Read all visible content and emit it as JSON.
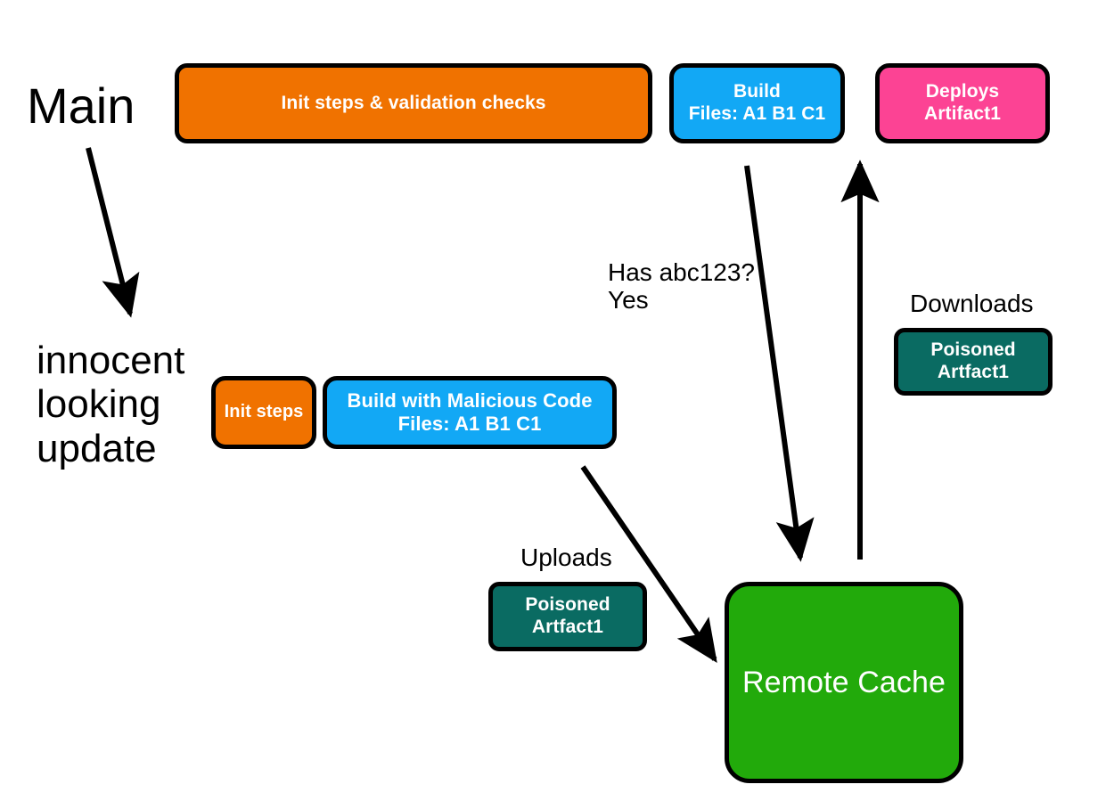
{
  "diagram": {
    "title_branches": {
      "main": "Main",
      "feature": "innocent\nlooking\nupdate"
    },
    "nodes": [
      {
        "id": "init-validate",
        "label": "Init steps & validation checks",
        "color": "#F07200",
        "row": "main"
      },
      {
        "id": "build-main",
        "label": "Build\nFiles: A1  B1  C1",
        "color": "#12A8F5",
        "row": "main"
      },
      {
        "id": "deploys",
        "label": "Deploys\nArtifact1",
        "color": "#FC4394",
        "row": "main"
      },
      {
        "id": "init-steps-2",
        "label": "Init steps",
        "color": "#F07200",
        "row": "feature"
      },
      {
        "id": "build-malicious",
        "label": "Build with Malicious Code\nFiles: A1  B1  C1",
        "color": "#12A8F5",
        "row": "feature"
      },
      {
        "id": "artifact-download",
        "label": "Poisoned\nArtfact1",
        "color": "#0A6B62",
        "row": "cache"
      },
      {
        "id": "artifact-upload",
        "label": "Poisoned\nArtfact1",
        "color": "#0A6B62",
        "row": "cache"
      },
      {
        "id": "remote-cache",
        "label": "Remote Cache",
        "color": "#22AA0B",
        "row": "cache"
      }
    ],
    "edge_labels": {
      "cache_lookup": "Has abc123?\nYes",
      "downloads": "Downloads",
      "uploads": "Uploads"
    },
    "colors": {
      "orange": "#F07200",
      "blue": "#12A8F5",
      "pink": "#FC4394",
      "teal": "#0A6B62",
      "green": "#22AA0B",
      "stroke": "#000000",
      "background": "#FFFFFF",
      "node_text": "#FFFFFF"
    }
  }
}
